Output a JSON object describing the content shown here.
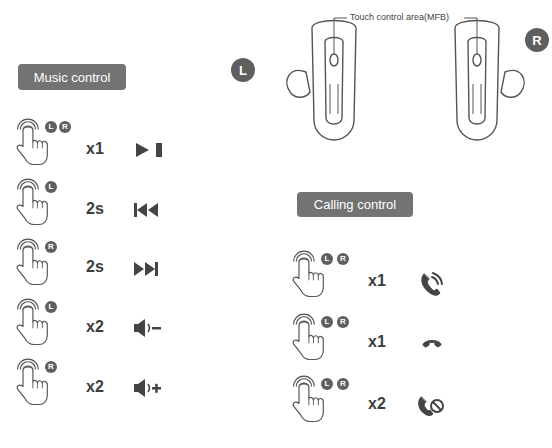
{
  "diagram": {
    "nodes": [
      {
        "text": [
          "L"
        ]
      },
      {
        "text": [
          "R"
        ]
      },
      {
        "text": [
          "Music control"
        ]
      },
      {
        "text": [
          "L"
        ]
      },
      {
        "text": [
          "R"
        ]
      },
      {
        "text": [
          "L"
        ]
      },
      {
        "text": [
          "R"
        ]
      },
      {
        "text": [
          "L"
        ]
      },
      {
        "text": [
          "R"
        ]
      },
      {
        "text": [
          "Calling control"
        ]
      },
      {
        "text": [
          "L"
        ]
      },
      {
        "text": [
          "R"
        ]
      },
      {
        "text": [
          "L"
        ]
      },
      {
        "text": [
          "R"
        ]
      },
      {
        "text": [
          "L"
        ]
      },
      {
        "text": [
          "R"
        ]
      }
    ],
    "labels": [
      "Touch control area(MFB)",
      "x1",
      "2s",
      "2s",
      "x2",
      "x2",
      "x1",
      "x1",
      "x2"
    ]
  }
}
